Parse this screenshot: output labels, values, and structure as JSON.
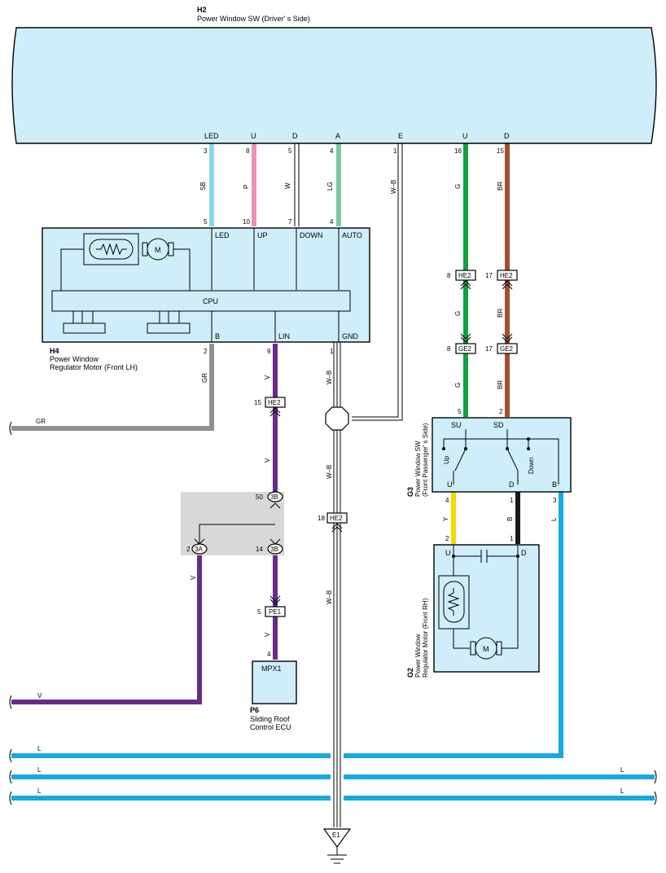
{
  "components": {
    "h2": {
      "code": "H2",
      "name": "Power Window SW (Driver' s Side)",
      "pins": [
        "LED",
        "U",
        "D",
        "A",
        "E",
        "U",
        "D"
      ],
      "pin_numbers": [
        "3",
        "8",
        "5",
        "4",
        "1",
        "16",
        "15"
      ]
    },
    "h4": {
      "code": "H4",
      "name_line1": "Power Window",
      "name_line2": "Regulator Motor (Front LH)",
      "top_pins": [
        "LED",
        "UP",
        "DOWN",
        "AUTO"
      ],
      "top_numbers": [
        "5",
        "10",
        "7",
        "4"
      ],
      "bottom_pins": [
        "B",
        "LIN",
        "GND"
      ],
      "bottom_numbers": [
        "2",
        "9",
        "1"
      ],
      "cpu": "CPU",
      "motor": "M"
    },
    "g3": {
      "code": "G3",
      "name_line1": "Power Window SW",
      "name_line2": "(Front Passenger' s Side)",
      "top_pins": [
        "SU",
        "SD"
      ],
      "top_numbers": [
        "5",
        "2"
      ],
      "switch_up": "Up",
      "switch_down": "Down",
      "bottom_pins": [
        "U",
        "D",
        "B"
      ],
      "bottom_numbers": [
        "4",
        "1",
        "3"
      ]
    },
    "g2": {
      "code": "G2",
      "name_line1": "Power Window",
      "name_line2": "Regulator Motor (Front RH)",
      "pins": [
        "U",
        "D"
      ],
      "pin_numbers": [
        "2",
        "1"
      ],
      "motor": "M"
    },
    "p6": {
      "code": "P6",
      "name_line1": "Sliding Roof",
      "name_line2": "Control ECU",
      "label": "MPX1",
      "pin_number": "4"
    },
    "ground": {
      "code": "E1"
    }
  },
  "wire_colors": {
    "SB": "#8fd3f0",
    "P": "#f090b8",
    "W": "#ffffff",
    "LG": "#80c8a0",
    "W-B": "#ffffff",
    "G": "#10a040",
    "BR": "#a05030",
    "GR": "#909090",
    "V": "#6a2a8a",
    "Y": "#f0dc00",
    "B": "#1a1a1a",
    "L": "#1aa8e0"
  },
  "wire_labels": {
    "sb": "SB",
    "p": "P",
    "w": "W",
    "lg": "LG",
    "wb": "W–B",
    "g": "G",
    "br": "BR",
    "gr": "GR",
    "v": "V",
    "y": "Y",
    "b": "B",
    "l": "L"
  },
  "connectors": {
    "he2_g": {
      "num": "8",
      "label": "HE2"
    },
    "he2_br": {
      "num": "17",
      "label": "HE2"
    },
    "ge2_g": {
      "num": "8",
      "label": "GE2"
    },
    "ge2_br": {
      "num": "17",
      "label": "GE2"
    },
    "he2_v": {
      "num": "15",
      "label": "HE2"
    },
    "he2_wb": {
      "num": "18",
      "label": "HE2"
    },
    "j3b_top": {
      "num": "50",
      "label": "3B"
    },
    "j3a": {
      "num": "2",
      "label": "3A"
    },
    "j3b_bot": {
      "num": "14",
      "label": "3B"
    },
    "pe1": {
      "num": "5",
      "label": "PE1"
    }
  }
}
